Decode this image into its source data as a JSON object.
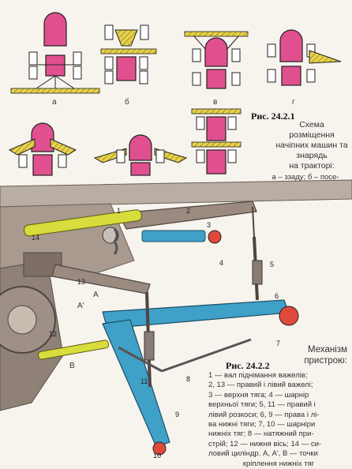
{
  "figure1": {
    "label": "Рис. 24.2.1",
    "caption_lines": [
      "Схема",
      "розміщення",
      "начіпних машин та",
      "знарядь",
      "на тракторі:"
    ],
    "caption_tail": "а – ззаду; б – посе-",
    "variant_letters": [
      "а",
      "б",
      "в",
      "г"
    ]
  },
  "figure2": {
    "label": "Рис. 24.2.2",
    "title_lines": [
      "Механізм",
      "пристрою:"
    ],
    "legend_lines": [
      "1 — вал піднімання важелів;",
      "2, 13 — правий і лівий важелі;",
      "3 — верхня тяга; 4 — шарнір",
      "верхньої тяги; 5, 11 — правий і",
      "лівий розкоси; 6, 9 — права і лі-",
      "ва нижні тяги; 7, 10 — шарніри",
      "нижніх тяг; 8 — натяжний при-",
      "стрій; 12 — нижня вісь; 14 — си-",
      "ловий циліндр. А, А', В — точки",
      "кріплення нижніх тяг"
    ],
    "part_numbers": [
      "1",
      "2",
      "3",
      "4",
      "5",
      "6",
      "7",
      "8",
      "9",
      "10",
      "11",
      "12",
      "13",
      "14"
    ],
    "point_letters": [
      "A",
      "A'",
      "B"
    ]
  },
  "colors": {
    "tractor_body": "#e0508f",
    "implement_hatch": "#d9c23a",
    "link_blue": "#3fa0c8",
    "shaft_yellow": "#d8dc3c",
    "frame_brown": "#9a8a80",
    "background": "#f7f4ee"
  }
}
